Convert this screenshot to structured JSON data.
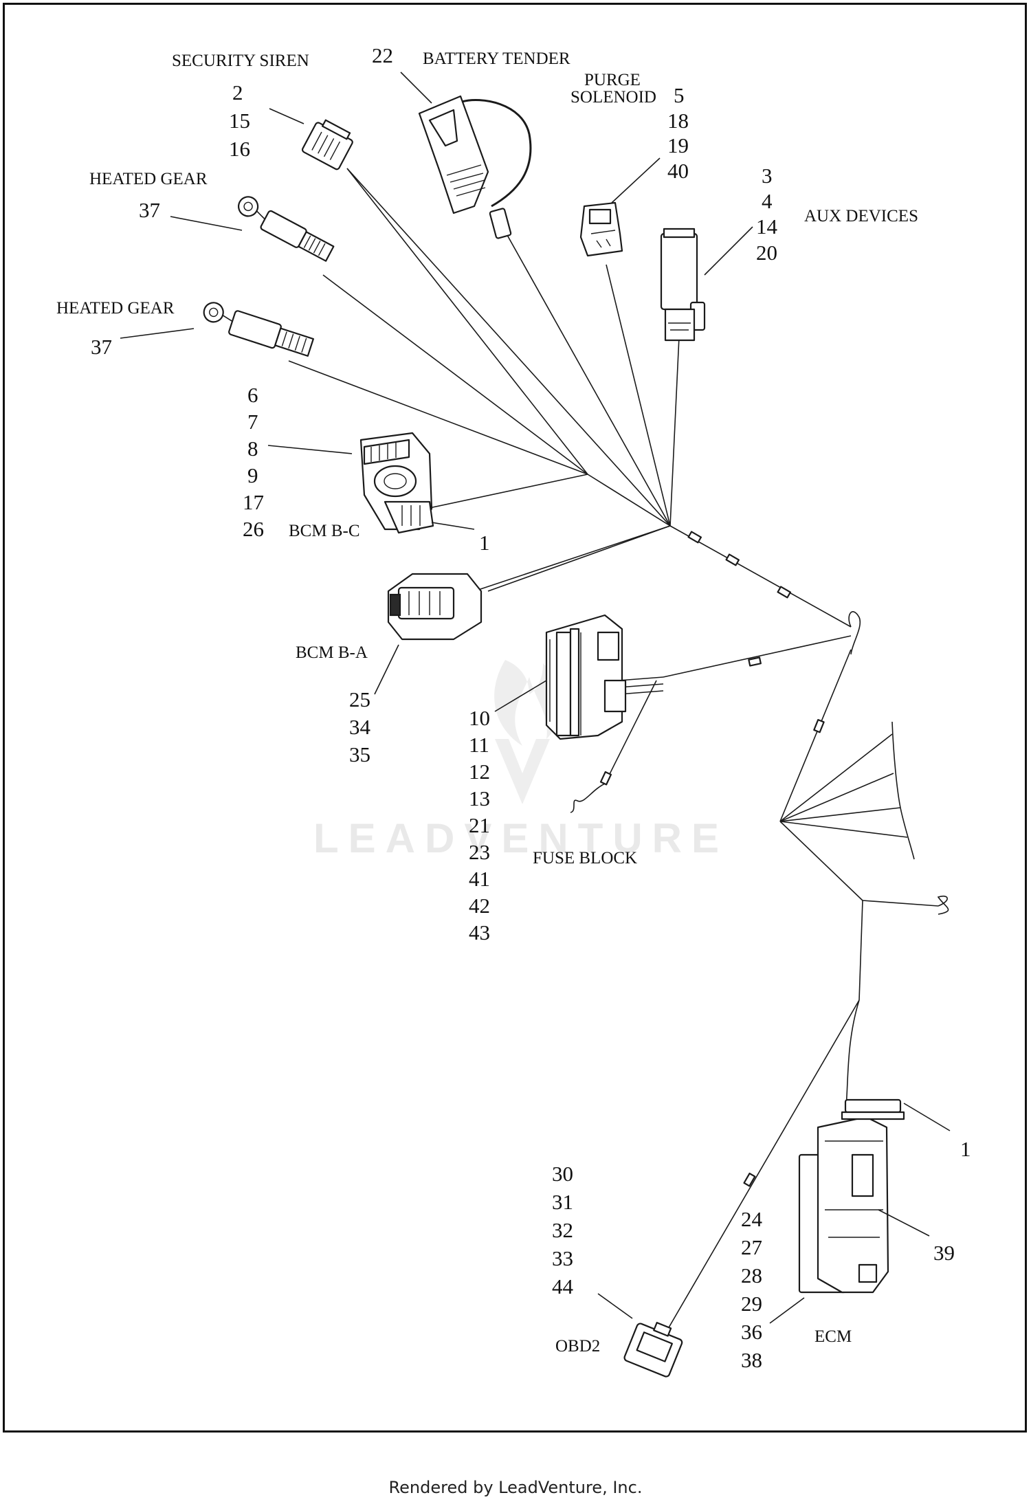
{
  "watermark": "LEADVENTURE",
  "footer": "Rendered by LeadVenture, Inc.",
  "callouts": {
    "security_siren": {
      "label": "SECURITY SIREN",
      "numbers": [
        "2",
        "15",
        "16"
      ]
    },
    "battery_tender": {
      "label": "BATTERY TENDER",
      "number": "22"
    },
    "purge_solenoid": {
      "label_line1": "PURGE",
      "label_line2": "SOLENOID",
      "numbers": [
        "5",
        "18",
        "19",
        "40"
      ]
    },
    "aux_devices": {
      "label": "AUX DEVICES",
      "numbers": [
        "3",
        "4",
        "14",
        "20"
      ]
    },
    "heated_gear_upper": {
      "label": "HEATED GEAR",
      "number": "37"
    },
    "heated_gear_lower": {
      "label": "HEATED GEAR",
      "number": "37"
    },
    "bcm_bc": {
      "label": "BCM B-C",
      "numbers": [
        "6",
        "7",
        "8",
        "9",
        "17",
        "26"
      ],
      "item": "1"
    },
    "bcm_ba": {
      "label": "BCM B-A",
      "numbers": [
        "25",
        "34",
        "35"
      ]
    },
    "fuse_block": {
      "label": "FUSE BLOCK",
      "numbers": [
        "10",
        "11",
        "12",
        "13",
        "21",
        "23",
        "41",
        "42",
        "43"
      ]
    },
    "obd2": {
      "label": "OBD2",
      "numbers": [
        "30",
        "31",
        "32",
        "33",
        "44"
      ]
    },
    "ecm": {
      "label": "ECM",
      "numbers": [
        "24",
        "27",
        "28",
        "29",
        "36",
        "38"
      ],
      "item": "1",
      "item2": "39"
    }
  }
}
